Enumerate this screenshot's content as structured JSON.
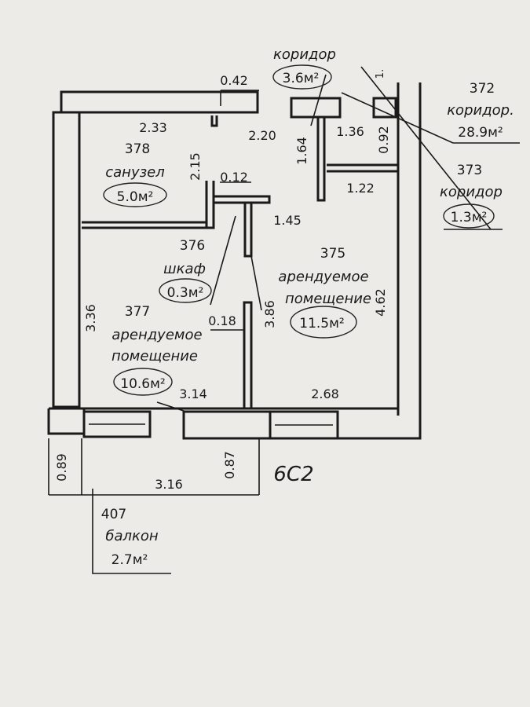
{
  "rooms": {
    "r378": {
      "number": "378",
      "name": "санузел",
      "area": "5.0м²"
    },
    "r376": {
      "number": "376",
      "name": "шкаф",
      "area": "0.3м²"
    },
    "r377": {
      "number": "377",
      "name_line1": "арендуемое",
      "name_line2": "помещение",
      "area": "10.6м²"
    },
    "r375": {
      "number": "375",
      "name_line1": "арендуемое",
      "name_line2": "помещение",
      "area": "11.5м²"
    },
    "r372": {
      "number": "372",
      "name": "коридор.",
      "area": "28.9м²"
    },
    "r373": {
      "number": "373",
      "name": "коридор",
      "area": "1.3м²"
    },
    "r407": {
      "number": "407",
      "name": "балкон",
      "area": "2.7м²"
    },
    "corridor_top": {
      "name": "коридор",
      "area": "3.6м²"
    }
  },
  "dimensions": {
    "d_042": "0.42",
    "d_233": "2.33",
    "d_220": "2.20",
    "d_136": "1.36",
    "d_164": "1.64",
    "d_092": "0.92",
    "d_215": "2.15",
    "d_012": "0.12",
    "d_122": "1.22",
    "d_145": "1.45",
    "d_336": "3.36",
    "d_386": "3.86",
    "d_462": "4.62",
    "d_018": "0.18",
    "d_314": "3.14",
    "d_268": "2.68",
    "d_089": "0.89",
    "d_087": "0.87",
    "d_316": "3.16",
    "d_top": "1."
  },
  "handwritten_note": "6С2"
}
